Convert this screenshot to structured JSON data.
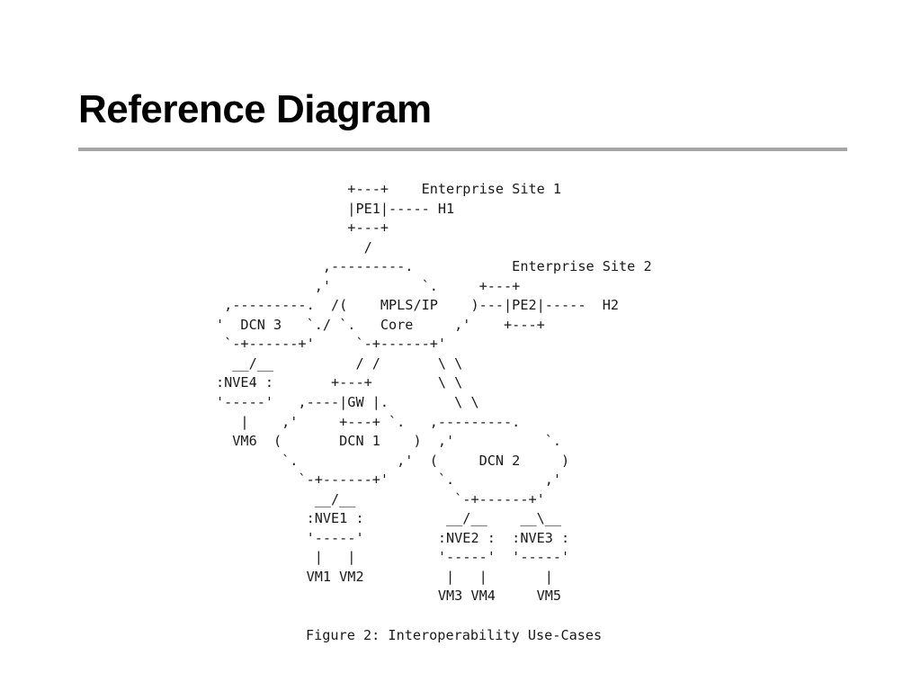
{
  "slide": {
    "title": "Reference Diagram"
  },
  "diagram": {
    "ascii": "                +---+    Enterprise Site 1\n                |PE1|----- H1\n                +---+\n                  /\n             ,---------.            Enterprise Site 2\n            ,'           `.     +---+\n ,---------.  /(    MPLS/IP    )---|PE2|-----  H2\n'  DCN 3   `./ `.   Core     ,'    +---+\n `-+------+'     `-+------+'\n  __/__          / /       \\ \\\n:NVE4 :       +---+        \\ \\\n'-----'   ,----|GW |.        \\ \\\n   |    ,'     +---+ `.   ,---------.\n  VM6  (       DCN 1    )  ,'           `.\n        `.            ,'  (     DCN 2     )\n          `-+------+'      `.           ,'\n            __/__            `-+------+'\n           :NVE1 :          __/__    __\\__\n           '-----'         :NVE2 :  :NVE3 :\n            |   |          '-----'  '-----'\n           VM1 VM2          |   |       |\n                           VM3 VM4     VM5"
  },
  "figure": {
    "caption": "Figure 2: Interoperability Use-Cases"
  }
}
